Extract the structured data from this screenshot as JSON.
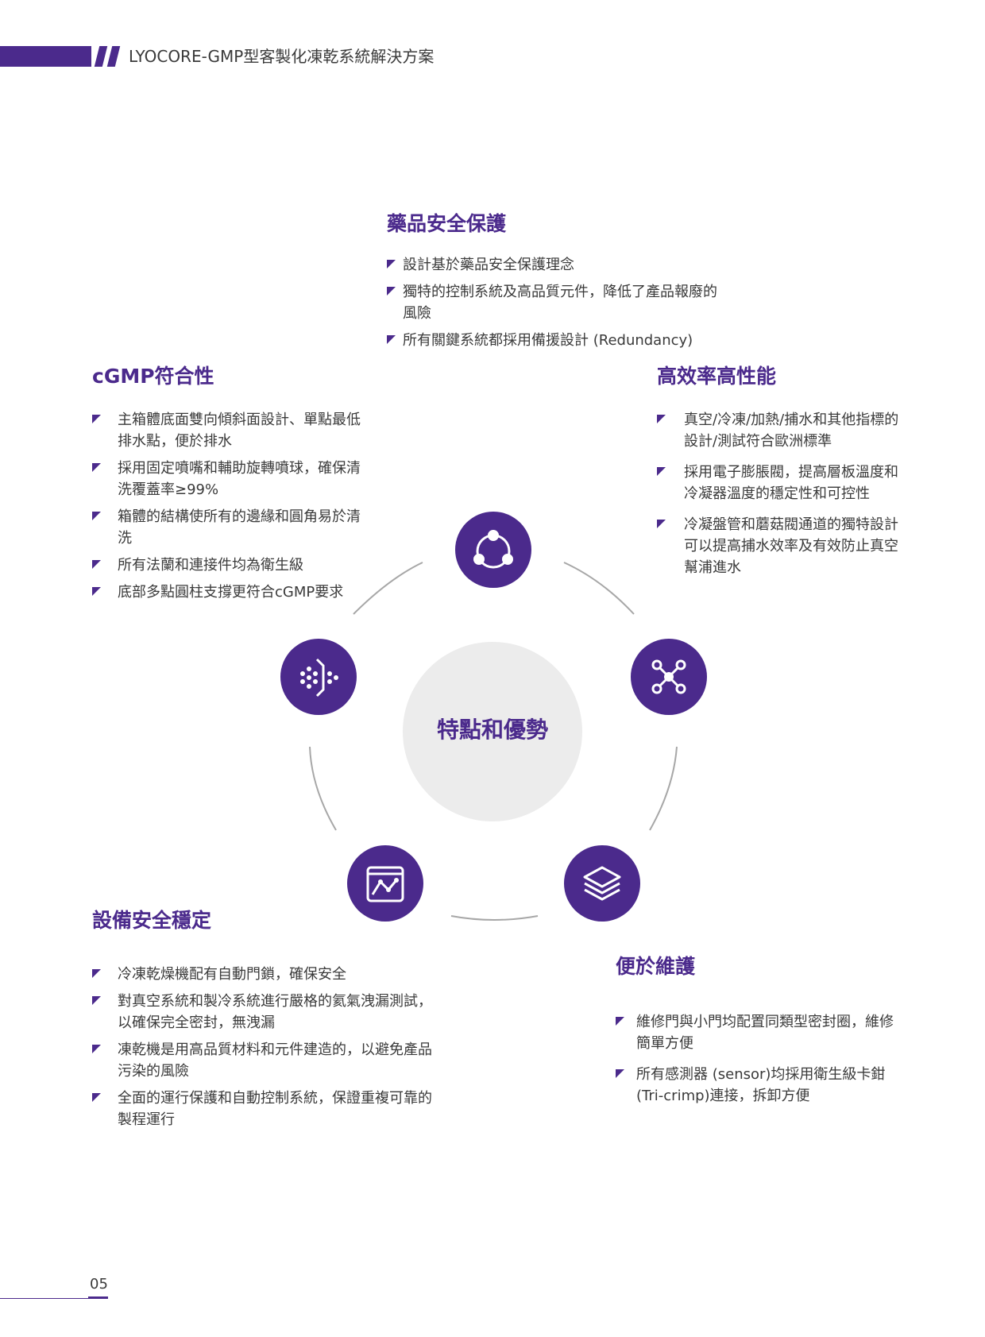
{
  "header": {
    "title": "LYOCORE-GMP型客製化凍乾系統解決方案"
  },
  "center": {
    "label": "特點和優勢"
  },
  "sections": {
    "safety": {
      "title": "藥品安全保護",
      "items": [
        "設計基於藥品安全保護理念",
        "獨特的控制系統及高品質元件，降低了產品報廢的風險",
        "所有關鍵系統都採用備援設計 (Redundancy)"
      ]
    },
    "cgmp": {
      "title": "cGMP符合性",
      "items": [
        "主箱體底面雙向傾斜面設計、單點最低排水點，便於排水",
        "採用固定噴嘴和輔助旋轉噴球，確保清洗覆蓋率≥99%",
        "箱體的結構使所有的邊緣和圓角易於清洗",
        "所有法蘭和連接件均為衛生級",
        "底部多點圓柱支撐更符合cGMP要求"
      ]
    },
    "efficiency": {
      "title": "高效率高性能",
      "items": [
        "真空/冷凍/加熱/捕水和其他指標的設計/測試符合歐洲標準",
        "採用電子膨脹閥，提高層板溫度和冷凝器溫度的穩定性和可控性",
        "冷凝盤管和蘑菇閥通道的獨特設計可以提高捕水效率及有效防止真空幫浦進水"
      ]
    },
    "stability": {
      "title": "設備安全穩定",
      "items": [
        "冷凍乾燥機配有自動門鎖，確保安全",
        "對真空系統和製冷系統進行嚴格的氦氣洩漏測試，以確保完全密封，無洩漏",
        "凍乾機是用高品質材料和元件建造的，以避免產品污染的風險",
        "全面的運行保護和自動控制系統，保證重複可靠的製程運行"
      ]
    },
    "maintenance": {
      "title": "便於維護",
      "items": [
        "維修門與小門均配置同類型密封圈，維修簡單方便",
        "所有感測器 (sensor)均採用衛生級卡鉗(Tri-crimp)連接，拆卸方便"
      ]
    }
  },
  "icons": {
    "top": "share-network-icon",
    "right": "molecule-network-icon",
    "bottom_right": "layers-icon",
    "bottom_left": "chart-window-icon",
    "left": "filter-particles-icon"
  },
  "colors": {
    "accent": "#4b2a8c",
    "center_circle": "#ececec",
    "arc": "#a7a7a7",
    "text": "#3a3a3a"
  },
  "footer": {
    "page_number": "05"
  }
}
